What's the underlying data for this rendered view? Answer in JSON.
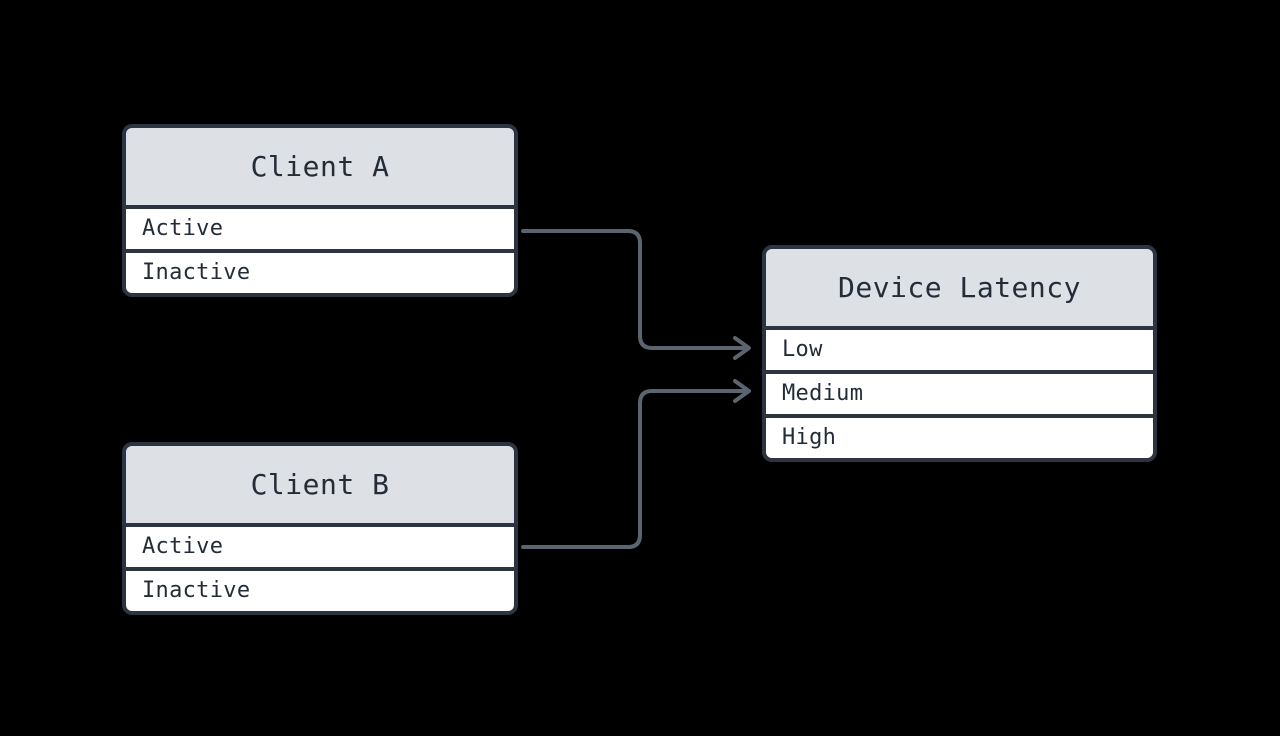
{
  "diagram": {
    "type": "entity-relationship",
    "background_color": "#000000",
    "border_color": "#2b3440",
    "header_fill": "#dde1e6",
    "row_fill": "#ffffff",
    "text_color": "#242c38",
    "connector_color": "#5a6570",
    "entities": [
      {
        "id": "client-a",
        "title": "Client A",
        "rows": [
          "Active",
          "Inactive"
        ]
      },
      {
        "id": "client-b",
        "title": "Client B",
        "rows": [
          "Active",
          "Inactive"
        ]
      },
      {
        "id": "device-latency",
        "title": "Device Latency",
        "rows": [
          "Low",
          "Medium",
          "High"
        ]
      }
    ],
    "connections": [
      {
        "id": "client-a-active-to-low",
        "from_entity": "client-a",
        "from_row": "Active",
        "to_entity": "device-latency",
        "to_row": "Low",
        "style": "orthogonal-rounded",
        "arrowhead": "open-arrow"
      },
      {
        "id": "client-b-active-to-medium",
        "from_entity": "client-b",
        "from_row": "Active",
        "to_entity": "device-latency",
        "to_row": "Medium",
        "style": "orthogonal-rounded",
        "arrowhead": "open-arrow"
      }
    ]
  }
}
